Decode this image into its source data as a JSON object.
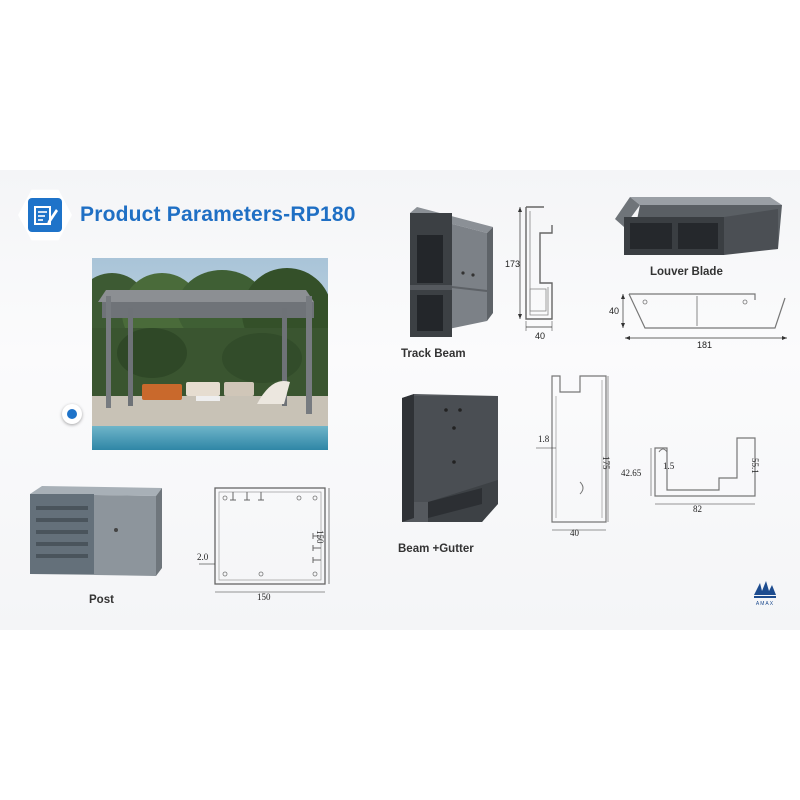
{
  "header": {
    "title": "Product Parameters-RP180",
    "icon": "edit-document-icon",
    "accent_color": "#1f6fc4"
  },
  "components": {
    "track_beam": {
      "label": "Track Beam",
      "height": "173",
      "width": "40"
    },
    "louver_blade": {
      "label": "Louver Blade",
      "height": "40",
      "width": "181"
    },
    "beam_gutter": {
      "label": "Beam +Gutter",
      "wall": "1.8",
      "height": "175",
      "width": "40",
      "gutter_height": "42.65",
      "gutter_wall": "1.5",
      "gutter_depth": "55.1",
      "gutter_width": "82"
    },
    "post": {
      "label": "Post",
      "wall": "2.0",
      "width": "150",
      "height": "150"
    }
  },
  "logo": {
    "text": "AMAX"
  }
}
